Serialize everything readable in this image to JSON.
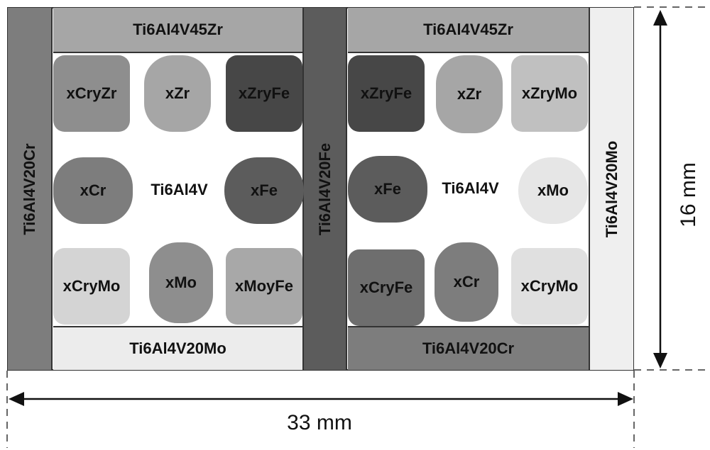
{
  "frame": {
    "left_bar": "Ti6Al4V20Cr",
    "middle_bar": "Ti6Al4V20Fe",
    "right_bar": "Ti6Al4V20Mo"
  },
  "left_panel": {
    "top_strip": "Ti6Al4V45Zr",
    "bottom_strip": "Ti6Al4V20Mo",
    "center": "Ti6Al4V",
    "cells": [
      {
        "label": "xCryZr"
      },
      {
        "label": "xZr"
      },
      {
        "label": "xZryFe"
      },
      {
        "label": "xCr"
      },
      {
        "label": "xFe"
      },
      {
        "label": "xCryMo"
      },
      {
        "label": "xMo"
      },
      {
        "label": "xMoyFe"
      }
    ]
  },
  "right_panel": {
    "top_strip": "Ti6Al4V45Zr",
    "bottom_strip": "Ti6Al4V20Cr",
    "center": "Ti6Al4V",
    "cells": [
      {
        "label": "xZryFe"
      },
      {
        "label": "xZr"
      },
      {
        "label": "xZryMo"
      },
      {
        "label": "xFe"
      },
      {
        "label": "xMo"
      },
      {
        "label": "xCryFe"
      },
      {
        "label": "xCr"
      },
      {
        "label": "xCryMo"
      }
    ]
  },
  "dimensions": {
    "width": "33 mm",
    "height": "16 mm"
  },
  "colors": {
    "Cr": "#7d7d7d",
    "Fe": "#5c5c5c",
    "Mo": "#e6e6e6",
    "Zr": "#a6a6a6",
    "ZrFe": "#474747",
    "border": "#333333"
  }
}
